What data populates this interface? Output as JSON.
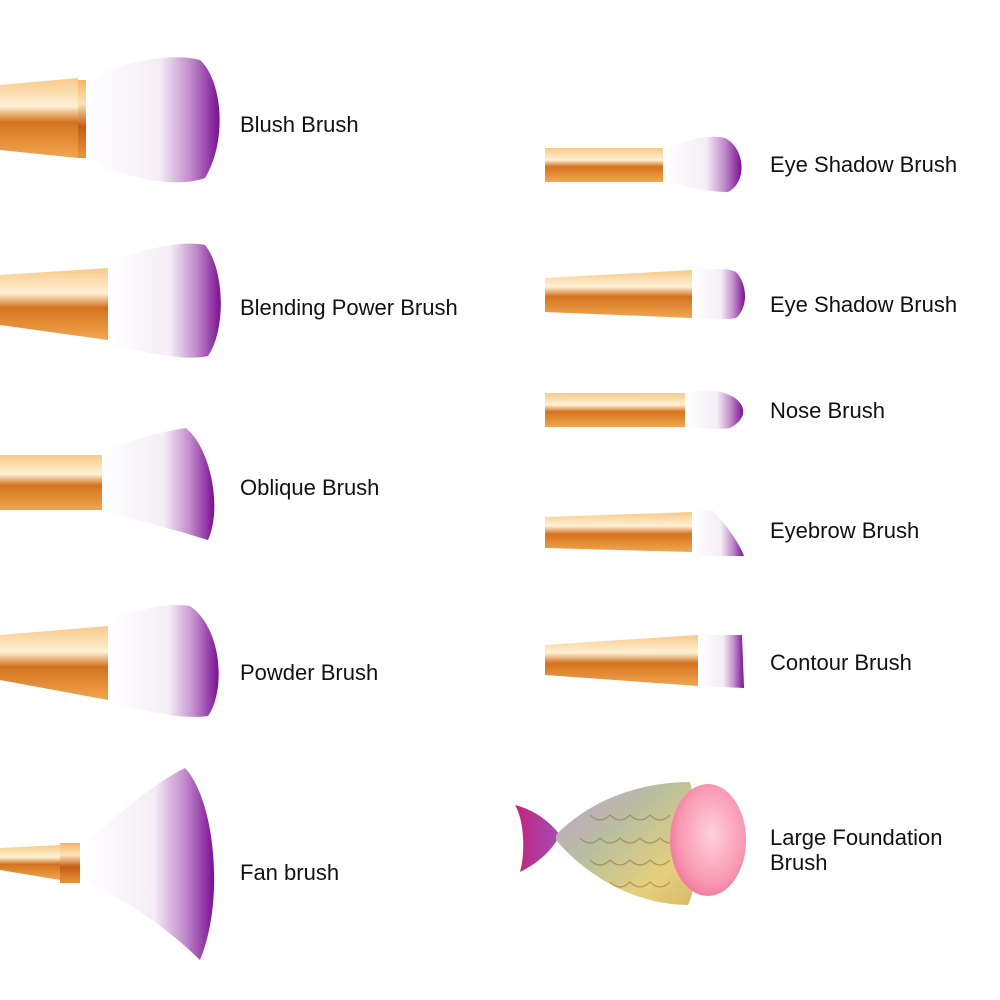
{
  "brushes_left": [
    {
      "name": "Blush Brush"
    },
    {
      "name": "Blending Power Brush"
    },
    {
      "name": "Oblique Brush"
    },
    {
      "name": "Powder Brush"
    },
    {
      "name": "Fan brush"
    }
  ],
  "brushes_right": [
    {
      "name": "Eye Shadow Brush"
    },
    {
      "name": "Eye Shadow Brush"
    },
    {
      "name": "Nose Brush"
    },
    {
      "name": "Eyebrow Brush"
    },
    {
      "name": "Contour Brush"
    },
    {
      "name": "Large Foundation",
      "name_line2": "Brush"
    }
  ],
  "colors": {
    "handle_gold": "#e08a2c",
    "bristle_white": "#ffffff",
    "bristle_purple": "#8a1a9e",
    "foundation_pink": "#f47a9c"
  }
}
